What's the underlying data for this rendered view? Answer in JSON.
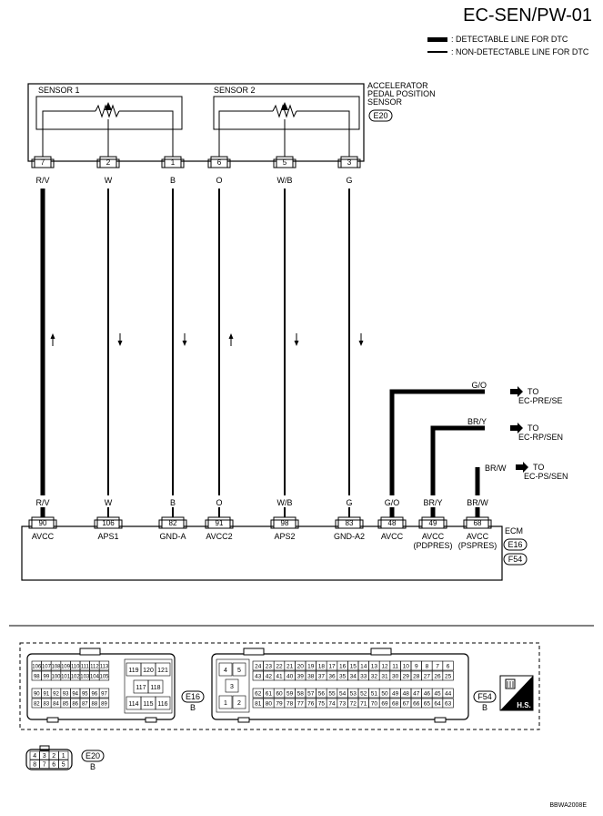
{
  "title": "EC-SEN/PW-01",
  "legend": {
    "detectable": ": DETECTABLE LINE FOR DTC",
    "non_detectable": ": NON-DETECTABLE LINE FOR DTC"
  },
  "sensor": {
    "name_l1": "ACCELERATOR",
    "name_l2": "PEDAL POSITION",
    "name_l3": "SENSOR",
    "connector": "E20",
    "sensor1_label": "SENSOR 1",
    "sensor2_label": "SENSOR 2"
  },
  "wires": [
    {
      "top_pin": "7",
      "top_color": "R/V",
      "bottom_color": "R/V",
      "ecm_pin": "90",
      "ecm_label": "AVCC",
      "arrow": "up"
    },
    {
      "top_pin": "2",
      "top_color": "W",
      "bottom_color": "W",
      "ecm_pin": "106",
      "ecm_label": "APS1",
      "arrow": "down"
    },
    {
      "top_pin": "1",
      "top_color": "B",
      "bottom_color": "B",
      "ecm_pin": "82",
      "ecm_label": "GND-A",
      "arrow": "down"
    },
    {
      "top_pin": "6",
      "top_color": "O",
      "bottom_color": "O",
      "ecm_pin": "91",
      "ecm_label": "AVCC2",
      "arrow": "up"
    },
    {
      "top_pin": "5",
      "top_color": "W/B",
      "bottom_color": "W/B",
      "ecm_pin": "98",
      "ecm_label": "APS2",
      "arrow": "down"
    },
    {
      "top_pin": "3",
      "top_color": "G",
      "bottom_color": "G",
      "ecm_pin": "83",
      "ecm_label": "GND-A2",
      "arrow": "down"
    }
  ],
  "side_wires": [
    {
      "color": "G/O",
      "to1": "TO",
      "to2": "EC-PRE/SE",
      "ecm_pin": "48",
      "ecm_label1": "AVCC",
      "ecm_label2": ""
    },
    {
      "color": "BR/Y",
      "to1": "TO",
      "to2": "EC-RP/SEN",
      "ecm_pin": "49",
      "ecm_label1": "AVCC",
      "ecm_label2": "(PDPRES)"
    },
    {
      "color": "BR/W",
      "to1": "TO",
      "to2": "EC-PS/SEN",
      "ecm_pin": "68",
      "ecm_label1": "AVCC",
      "ecm_label2": "(PSPRES)"
    }
  ],
  "ecm": {
    "label": "ECM",
    "conn1": "E16",
    "conn2": "F54"
  },
  "connectors": {
    "e16_label": "E16",
    "e16_color": "B",
    "f54_label": "F54",
    "f54_color": "B",
    "e20_label": "E20",
    "e20_color": "B",
    "hs_label": "H.S.",
    "e16_rows": [
      [
        "106",
        "107",
        "108",
        "109",
        "110",
        "111",
        "112",
        "113"
      ],
      [
        "98",
        "99",
        "100",
        "101",
        "102",
        "103",
        "104",
        "105"
      ],
      [
        "90",
        "91",
        "92",
        "93",
        "94",
        "95",
        "96",
        "97"
      ],
      [
        "82",
        "83",
        "84",
        "85",
        "86",
        "87",
        "88",
        "89"
      ]
    ],
    "e16_right": [
      "119",
      "120",
      "121",
      "117",
      "118",
      "114",
      "115",
      "116"
    ],
    "f54_small": [
      "4",
      "5",
      "3",
      "1",
      "2"
    ],
    "f54_rows": [
      [
        "24",
        "23",
        "22",
        "21",
        "20",
        "19",
        "18",
        "17",
        "16",
        "15",
        "14",
        "13",
        "12",
        "11",
        "10",
        "9",
        "8",
        "7",
        "6"
      ],
      [
        "43",
        "42",
        "41",
        "40",
        "39",
        "38",
        "37",
        "36",
        "35",
        "34",
        "33",
        "32",
        "31",
        "30",
        "29",
        "28",
        "27",
        "26",
        "25"
      ],
      [
        "62",
        "61",
        "60",
        "59",
        "58",
        "57",
        "56",
        "55",
        "54",
        "53",
        "52",
        "51",
        "50",
        "49",
        "48",
        "47",
        "46",
        "45",
        "44"
      ],
      [
        "81",
        "80",
        "79",
        "78",
        "77",
        "76",
        "75",
        "74",
        "73",
        "72",
        "71",
        "70",
        "69",
        "68",
        "67",
        "66",
        "65",
        "64",
        "63"
      ]
    ],
    "e20_rows": [
      [
        "4",
        "3",
        "2",
        "1"
      ],
      [
        "8",
        "7",
        "6",
        "5"
      ]
    ]
  },
  "footer": "BBWA2008E"
}
